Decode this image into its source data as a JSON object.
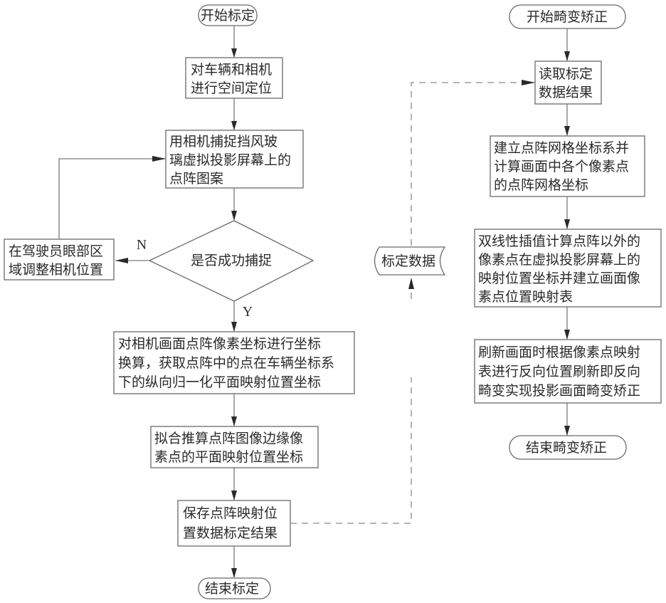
{
  "diagram": {
    "type": "flowchart",
    "left_flow": {
      "start": "开始标定",
      "step1": [
        "对车辆和相机",
        "进行空间定位"
      ],
      "step2": [
        "用相机捕捉挡风玻",
        "璃虚拟投影屏幕上的",
        "点阵图案"
      ],
      "decision": "是否成功捕捉",
      "decision_no_label": "N",
      "decision_yes_label": "Y",
      "adjust": [
        "在驾驶员眼部区",
        "域调整相机位置"
      ],
      "step3": [
        "对相机画面点阵像素坐标进行坐标",
        "换算，获取点阵中的点在车辆坐标系",
        "下的纵向归一化平面映射位置坐标"
      ],
      "step4": [
        "拟合推算点阵图像边缘像",
        "素点的平面映射位置坐标"
      ],
      "step5": [
        "保存点阵映射位",
        "置数据标定结果"
      ],
      "end": "结束标定"
    },
    "data_store": "标定数据",
    "right_flow": {
      "start": "开始畸变矫正",
      "step1": [
        "读取标定",
        "数据结果"
      ],
      "step2": [
        "建立点阵网格坐标系并",
        "计算画面中各个像素点",
        "的点阵网格坐标"
      ],
      "step3": [
        "双线性插值计算点阵以外的",
        "像素点在虚拟投影屏幕上的",
        "映射位置坐标并建立画面像",
        "素点位置映射表"
      ],
      "step4": [
        "刷新画面时根据像素点映射",
        "表进行反向位置刷新即反向",
        "畸变实现投影画面畸变矫正"
      ],
      "end": "结束畸变矫正"
    }
  }
}
